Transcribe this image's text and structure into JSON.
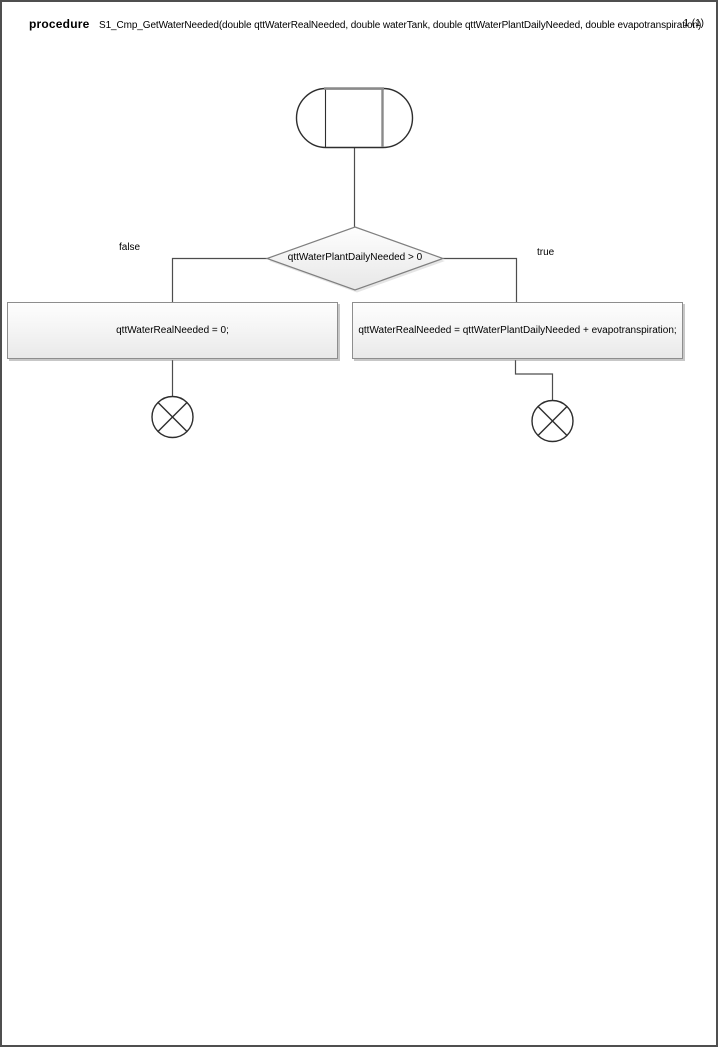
{
  "header": {
    "kind": "procedure",
    "signature": "S1_Cmp_GetWaterNeeded(double qttWaterRealNeeded, double waterTank, double qttWaterPlantDailyNeeded, double evapotranspiration)",
    "page_number": "1 (1)"
  },
  "flowchart": {
    "decision": "qttWaterPlantDailyNeeded > 0",
    "false_branch": {
      "label": "false",
      "statement": "qttWaterRealNeeded = 0;"
    },
    "true_branch": {
      "label": "true",
      "statement": "qttWaterRealNeeded = qttWaterPlantDailyNeeded + evapotranspiration;"
    }
  },
  "colors": {
    "connector": "#4d4d4d",
    "node_border": "#7f7f7f",
    "node_fill_top": "#fefefe",
    "node_fill_bottom": "#e7e7e7",
    "page_border": "#4f4f4f"
  }
}
